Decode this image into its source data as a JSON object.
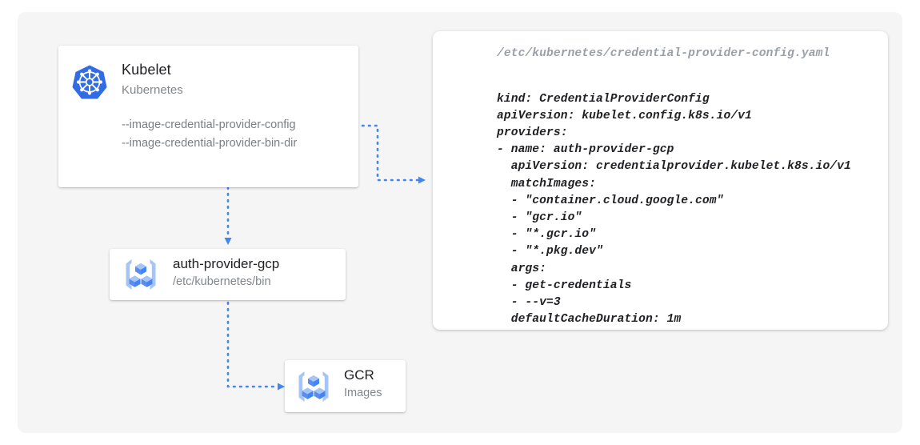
{
  "canvas": {
    "background": "#f5f5f5",
    "accent_blue": "#4285f4",
    "icon_blue": "#326ce5"
  },
  "kubelet_card": {
    "icon": "kubernetes-wheel-icon",
    "title": "Kubelet",
    "subtitle": "Kubernetes",
    "flags": [
      "--image-credential-provider-config",
      "--image-credential-provider-bin-dir"
    ]
  },
  "auth_provider_card": {
    "icon": "gcp-container-registry-icon",
    "title": "auth-provider-gcp",
    "subtitle": "/etc/kubernetes/bin"
  },
  "gcr_card": {
    "icon": "gcp-container-registry-icon",
    "title": "GCR",
    "subtitle": "Images"
  },
  "yaml_panel": {
    "path": "/etc/kubernetes/credential-provider-config.yaml",
    "content": "kind: CredentialProviderConfig\napiVersion: kubelet.config.k8s.io/v1\nproviders:\n- name: auth-provider-gcp\n  apiVersion: credentialprovider.kubelet.k8s.io/v1\n  matchImages:\n  - \"container.cloud.google.com\"\n  - \"gcr.io\"\n  - \"*.gcr.io\"\n  - \"*.pkg.dev\"\n  args:\n  - get-credentials\n  - --v=3\n  defaultCacheDuration: 1m"
  },
  "connectors": [
    {
      "name": "kubelet-to-config-arrow",
      "from": "kubelet-card",
      "to": "yaml-panel",
      "style": "dotted",
      "color": "#4285f4"
    },
    {
      "name": "kubelet-to-auth-provider-arrow",
      "from": "kubelet-card",
      "to": "auth-provider-card",
      "style": "dotted",
      "color": "#4285f4"
    },
    {
      "name": "auth-provider-to-gcr-arrow",
      "from": "auth-provider-card",
      "to": "gcr-card",
      "style": "dotted",
      "color": "#4285f4"
    }
  ]
}
